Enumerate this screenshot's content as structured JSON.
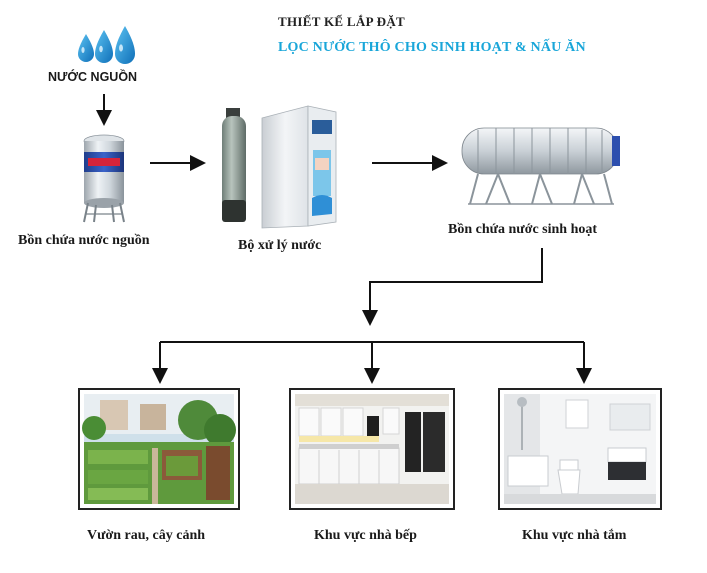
{
  "header": {
    "line1": "THIẾT KẾ LẮP ĐẶT",
    "line2": "LỌC NƯỚC THÔ CHO SINH HOẠT & NẤU ĂN"
  },
  "source": {
    "label": "NƯỚC NGUỒN"
  },
  "stages": [
    {
      "label": "Bồn chứa nước nguồn"
    },
    {
      "label": "Bộ xử lý nước"
    },
    {
      "label": "Bồn chứa nước sinh hoạt"
    }
  ],
  "destinations": [
    {
      "label": "Vườn rau, cây cảnh"
    },
    {
      "label": "Khu vực nhà bếp"
    },
    {
      "label": "Khu vực nhà tắm"
    }
  ],
  "colors": {
    "accent": "#19a6d9",
    "water": "#1b8fd6",
    "arrow": "#111111"
  }
}
